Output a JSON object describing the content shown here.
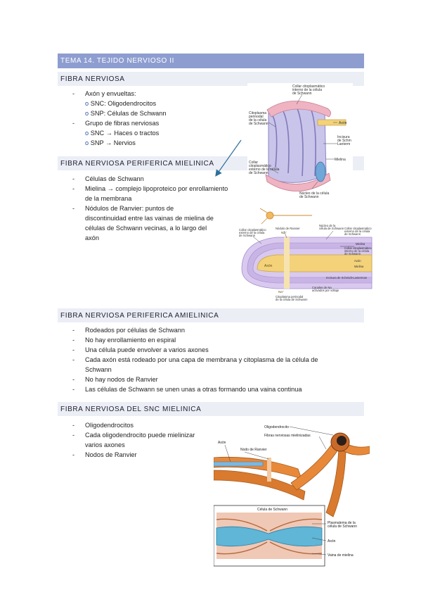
{
  "title": "TEMA 14. TEJIDO NERVIOSO II",
  "s1": {
    "heading": "FIBRA NERVIOSA",
    "b1": "Axón y envueltas:",
    "b1a": "SNC: Oligodendrocitos",
    "b1b": "SNP: Células de Schwann",
    "b2": "Grupo de fibras nerviosas",
    "b2a": "SNC → Haces o tractos",
    "b2b": "SNP → Nervios",
    "sub_bullet": "o"
  },
  "s2": {
    "heading": "FIBRA NERVIOSA PERIFERICA MIELINICA",
    "b1": "Células de Schwann",
    "b2a": "Mielina → complejo lipoproteico por enrollamiento",
    "b2b": "de la membrana",
    "b3a": "Nódulos de Ranvier:  puntos de",
    "b3b": "discontinuidad entre las vainas de mielina de",
    "b3c": "células de Schwann vecinas, a lo largo del",
    "b3d": "axón"
  },
  "s3": {
    "heading": "FIBRA NERVIOSA PERIFERICA AMIELINICA",
    "b1": "Rodeados por células de Schwann",
    "b2": "No hay enrollamiento en espiral",
    "b3": "Una célula puede envolver a varios axones",
    "b4a": "Cada axón está rodeado por una capa de membrana y citoplasma de la célula de",
    "b4b": "Schwann",
    "b5": "No hay nodos de Ranvier",
    "b6": "Las células de Schwann se unen unas a otras formando una vaina continua"
  },
  "s4": {
    "heading": "FIBRA NERVIOSA DEL SNC MIELINICA",
    "b1": "Oligodendrocitos",
    "b2a": "Cada oligodendrocito puede mielinizar",
    "b2b": "varios axones",
    "b3": "Nodos de Ranvier"
  },
  "fig1": {
    "l1": "Collar citoplasmático",
    "l2": "interno de la célula",
    "l3": "de Schwann",
    "l4": "Citoplasma",
    "l5": "perinodal",
    "l6": "de la célula",
    "l7": "de Schwann",
    "l8": "Axón",
    "l9": "Incisura",
    "l10": "de Schm",
    "l11": "Lanterm",
    "l12": "Mielina",
    "l13": "Collar",
    "l14": "citoplasmático",
    "l15": "externo de la célula",
    "l16": "de Schwann",
    "l17": "Núcleo de la célula",
    "l18": "de Schwann"
  },
  "fig2": {
    "l1": "Collar citoplasmático",
    "l2": "externo de la célula",
    "l3": "de Schwann",
    "l4": "Nódulo de Ranvier",
    "l5": "Núcleo de la",
    "l6": "célula de Schwann",
    "l7": "Collar citoplasmático",
    "l8": "externo de la célula",
    "l9": "de Schwann",
    "l10": "Mielina",
    "l11": "Collar citoplasmático",
    "l12": "interno de la célula",
    "l13": "de Schwann",
    "l14": "Axón",
    "l15": "Mielina",
    "l16": "Incisura de Schmidt-Lanterman",
    "l17": "Canales de Na",
    "l18": "activados por voltaje",
    "l19": "Citoplasma perinodal",
    "l20": "de la célula de Schwann",
    "na": "Na⁺",
    "axon_core": "Axón"
  },
  "fig3": {
    "l1": "Oligodendrocito",
    "l2": "Fibras nerviosas mielinizadas",
    "l3": "Axón",
    "l4": "Nodo de Ranvier",
    "l5": "Célula de Schwann",
    "l6": "Plasmalema de la",
    "l7": "célula de Schwann",
    "l8": "Axón",
    "l9": "Vaina de mielina"
  },
  "colors": {
    "title_band": "#8e9dd0",
    "section_band": "#eceef6",
    "sub_bullet": "#2f55a8",
    "arrow": "#2f6f9a"
  }
}
